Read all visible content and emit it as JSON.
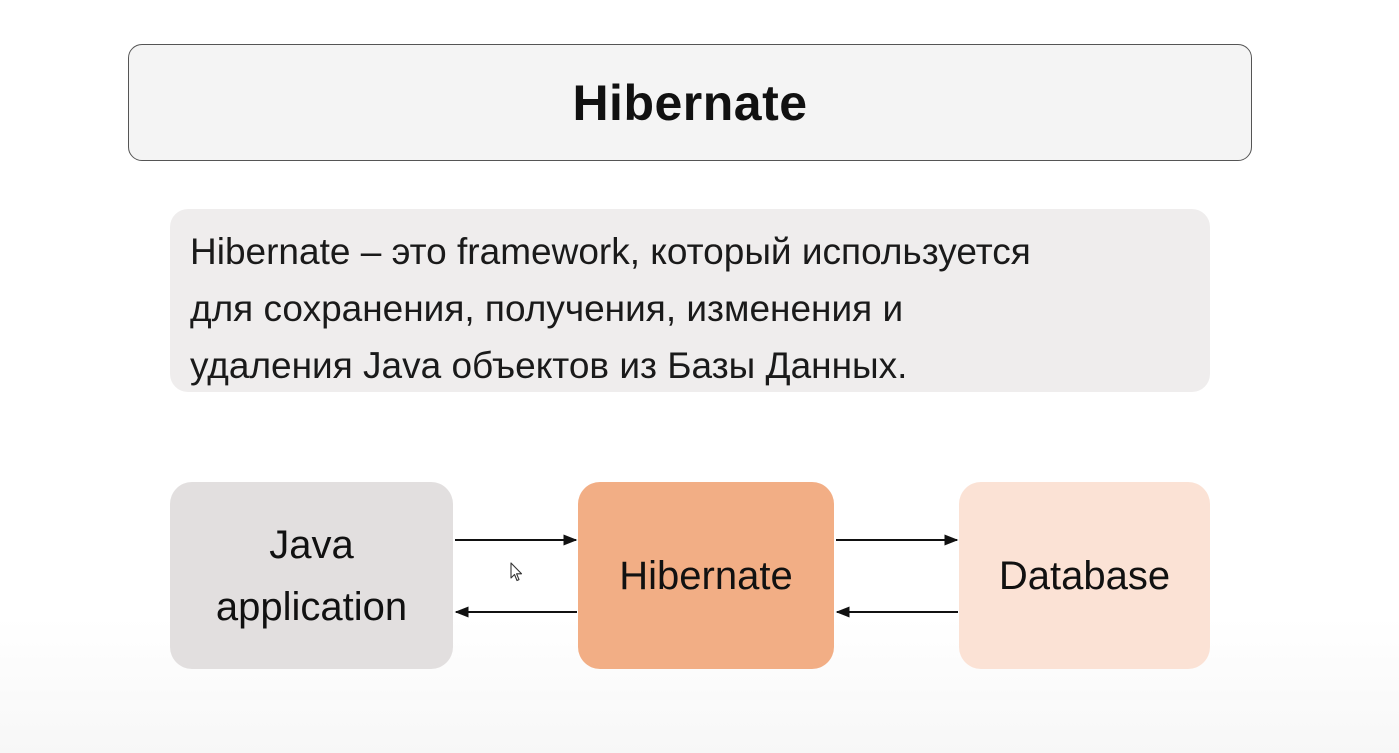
{
  "title": "Hibernate",
  "description": {
    "line1": "Hibernate – это framework, который используется",
    "line2": "для сохранения, получения, изменения и",
    "line3": "удаления Java объектов из Базы Данных."
  },
  "diagram": {
    "nodes": {
      "java": {
        "line1": "Java",
        "line2": "application",
        "color": "#e2dfdf"
      },
      "hibernate": {
        "label": "Hibernate",
        "color": "#f2ae85"
      },
      "database": {
        "label": "Database",
        "color": "#fbe2d5"
      }
    },
    "arrows": [
      {
        "from": "java",
        "to": "hibernate"
      },
      {
        "from": "hibernate",
        "to": "java"
      },
      {
        "from": "hibernate",
        "to": "database"
      },
      {
        "from": "database",
        "to": "hibernate"
      }
    ]
  },
  "cursor_icon": "mouse-pointer-icon"
}
